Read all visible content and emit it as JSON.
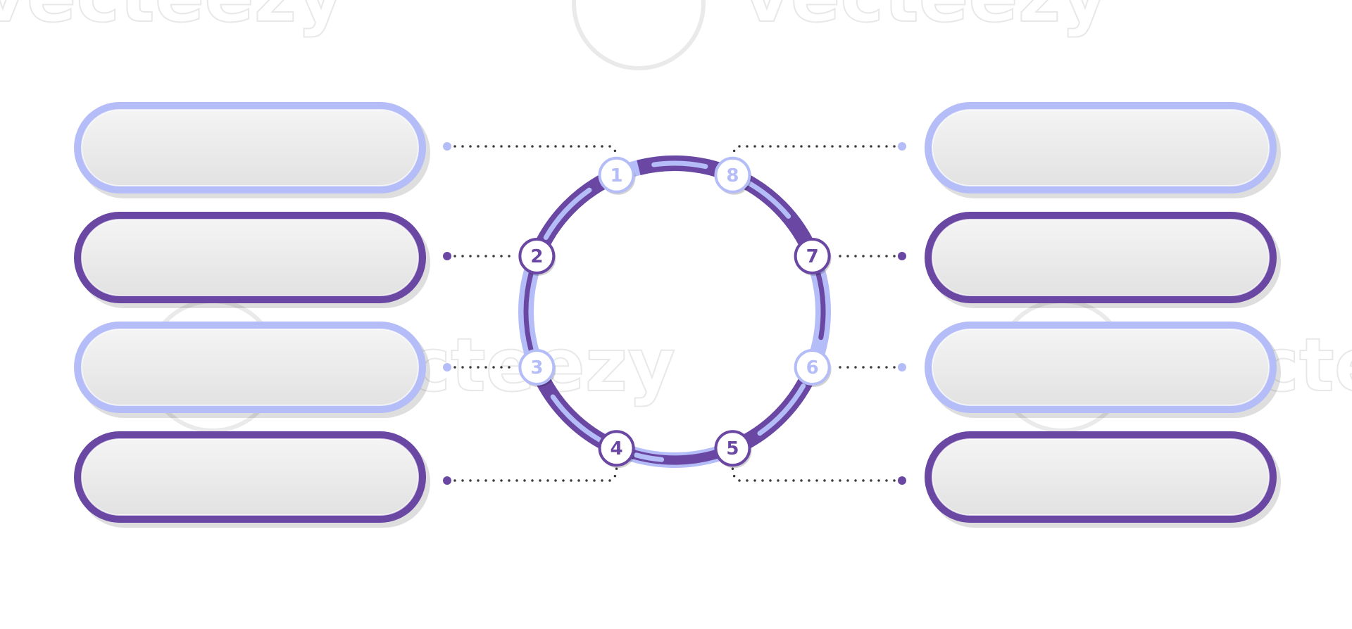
{
  "diagram": {
    "colors": {
      "purple": "#6a47a3",
      "periwinkle": "#b4bdf7",
      "connector": "#3b3b3b",
      "card_fill": "#ececec"
    },
    "steps": [
      {
        "number": "1",
        "side": "left",
        "tone": "periwinkle"
      },
      {
        "number": "2",
        "side": "left",
        "tone": "purple"
      },
      {
        "number": "3",
        "side": "left",
        "tone": "periwinkle"
      },
      {
        "number": "4",
        "side": "left",
        "tone": "purple"
      },
      {
        "number": "5",
        "side": "right",
        "tone": "purple"
      },
      {
        "number": "6",
        "side": "right",
        "tone": "periwinkle"
      },
      {
        "number": "7",
        "side": "right",
        "tone": "purple"
      },
      {
        "number": "8",
        "side": "right",
        "tone": "periwinkle"
      }
    ]
  },
  "watermark": {
    "brand": "vecteezy"
  }
}
